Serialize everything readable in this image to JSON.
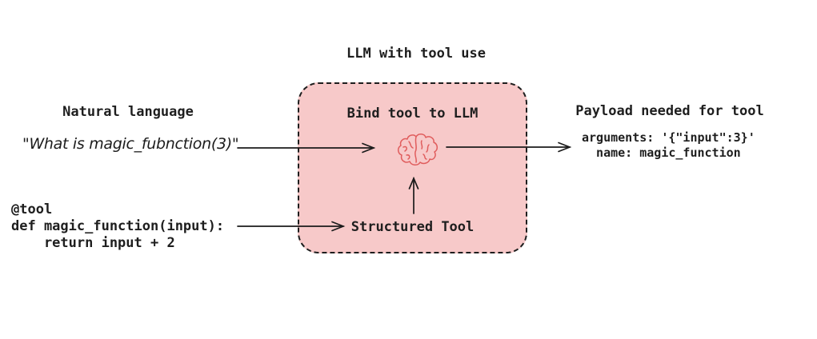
{
  "title": "LLM with tool use",
  "left": {
    "natural_language_label": "Natural language",
    "natural_language_text": "\"What is magic_fubnction(3)\"",
    "code_lines": [
      "@tool",
      "def magic_function(input):",
      "    return input + 2"
    ]
  },
  "box": {
    "title": "Bind tool to LLM",
    "icon": "brain-icon",
    "structured_tool_label": "Structured Tool"
  },
  "right": {
    "payload_label": "Payload needed for tool",
    "payload_lines": [
      "arguments: '{\"input\":3}'",
      "  name: magic_function"
    ]
  },
  "colors": {
    "background": "#ffffff",
    "text": "#1e1e1e",
    "box_fill": "#f7c9c9",
    "box_border": "#1e1e1e",
    "brain_stroke": "#e05d5d",
    "arrow": "#1b1b1b"
  }
}
